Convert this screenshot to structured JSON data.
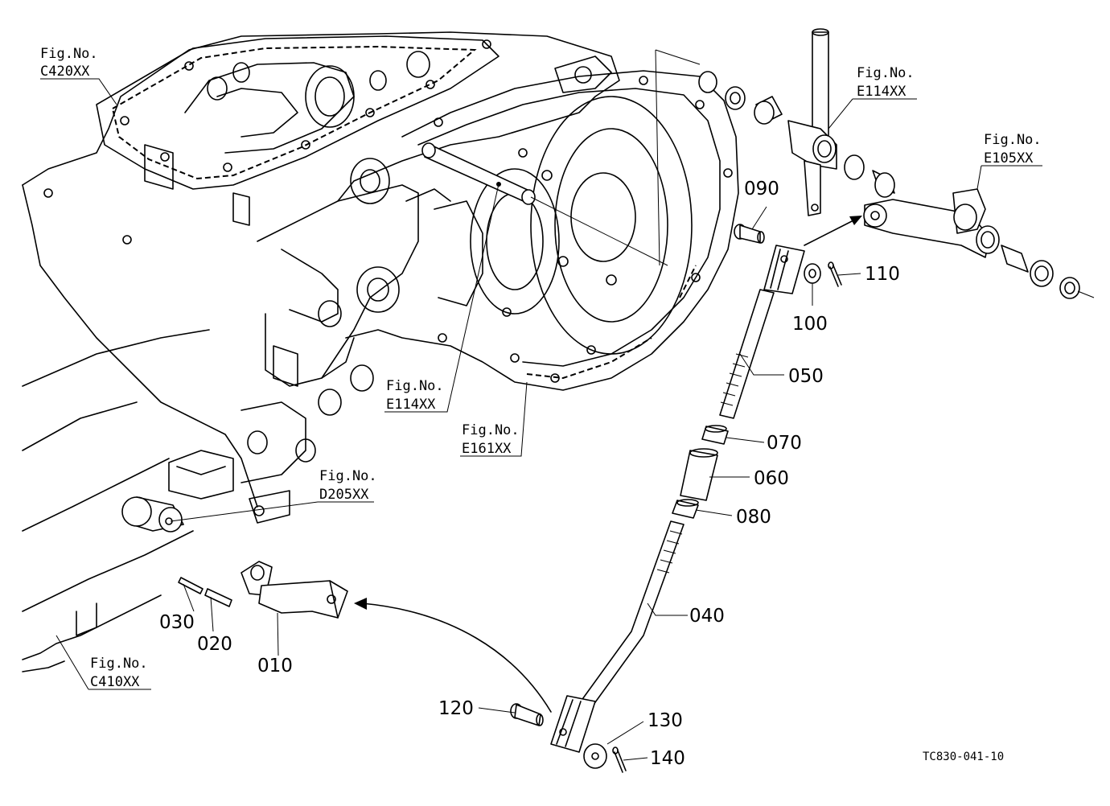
{
  "drawing_id": "TC830-041-10",
  "figure_refs": [
    {
      "prefix": "Fig.No.",
      "code": "C420XX"
    },
    {
      "prefix": "Fig.No.",
      "code": "E114XX"
    },
    {
      "prefix": "Fig.No.",
      "code": "E105XX"
    },
    {
      "prefix": "Fig.No.",
      "code": "E114XX"
    },
    {
      "prefix": "Fig.No.",
      "code": "E161XX"
    },
    {
      "prefix": "Fig.No.",
      "code": "D205XX"
    },
    {
      "prefix": "Fig.No.",
      "code": "C410XX"
    }
  ],
  "parts": [
    "090",
    "110",
    "100",
    "050",
    "070",
    "060",
    "080",
    "040",
    "030",
    "020",
    "010",
    "120",
    "130",
    "140"
  ]
}
